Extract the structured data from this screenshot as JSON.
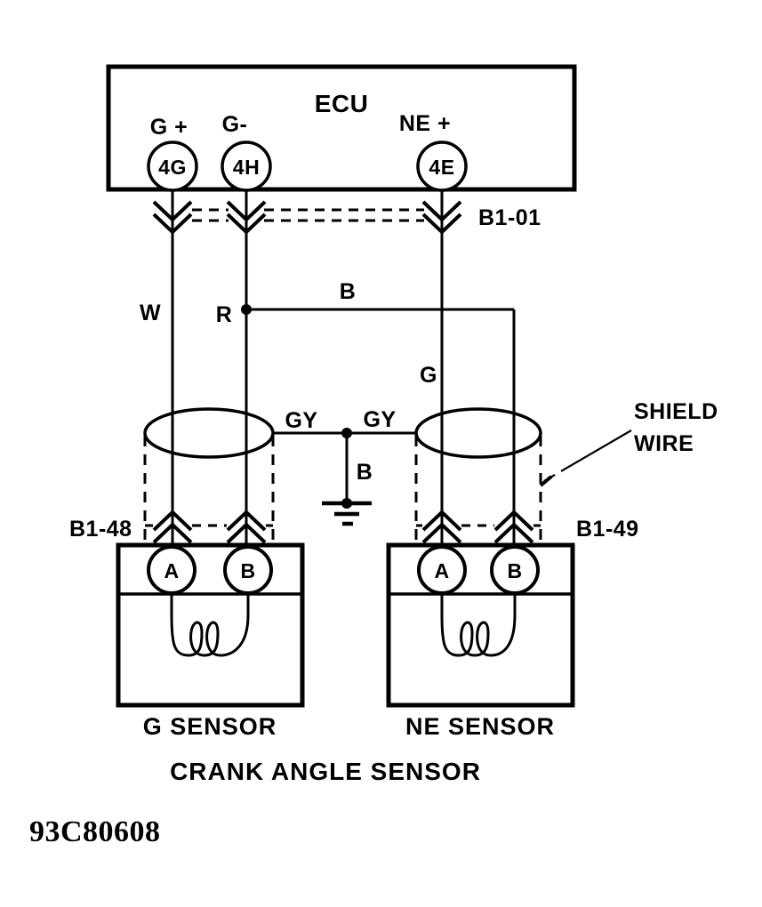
{
  "figure": {
    "caption": "CRANK ANGLE SENSOR",
    "code": "93C80608"
  },
  "ecu": {
    "label": "ECU",
    "terminals": [
      {
        "name": "G +",
        "pin": "4G"
      },
      {
        "name": "G-",
        "pin": "4H"
      },
      {
        "name": "NE +",
        "pin": "4E"
      }
    ]
  },
  "connectors": {
    "ecu_connector": "B1-01",
    "g_sensor_connector": "B1-48",
    "ne_sensor_connector": "B1-49"
  },
  "wires": {
    "g_plus_color": "W",
    "g_minus_color": "R",
    "ne_return_color": "B",
    "ne_plus_color": "G",
    "shield_left_color": "GY",
    "shield_right_color": "GY",
    "ground_color": "B"
  },
  "shield": {
    "line1": "SHIELD",
    "line2": "WIRE"
  },
  "sensors": {
    "g": {
      "label": "G SENSOR",
      "terminal_a": "A",
      "terminal_b": "B"
    },
    "ne": {
      "label": "NE SENSOR",
      "terminal_a": "A",
      "terminal_b": "B"
    }
  },
  "colors": {
    "ink": "#000000",
    "paper": "#ffffff"
  }
}
